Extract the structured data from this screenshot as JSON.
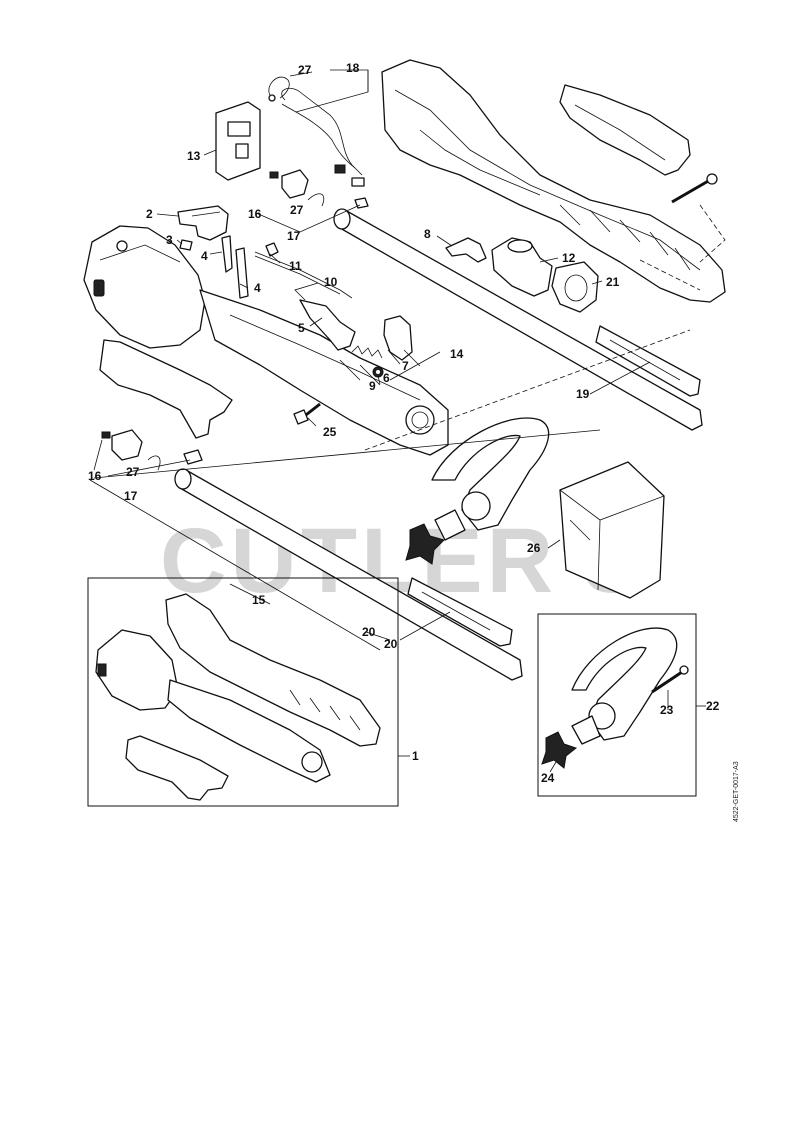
{
  "watermark": "CUTLER'S",
  "drawing_code": "4522-GET-0017-A3",
  "callouts": {
    "c1": "1",
    "c2": "2",
    "c3": "3",
    "c4a": "4",
    "c4b": "4",
    "c5": "5",
    "c6": "6",
    "c7": "7",
    "c8": "8",
    "c9": "9",
    "c10": "10",
    "c11": "11",
    "c12": "12",
    "c13": "13",
    "c14": "14",
    "c15": "15",
    "c16a": "16",
    "c16b": "16",
    "c17a": "17",
    "c17b": "17",
    "c18": "18",
    "c19": "19",
    "c20a": "20",
    "c20b": "20",
    "c21": "21",
    "c22": "22",
    "c23": "23",
    "c24": "24",
    "c25": "25",
    "c26": "26",
    "c27a": "27",
    "c27b": "27",
    "c27c": "27"
  }
}
